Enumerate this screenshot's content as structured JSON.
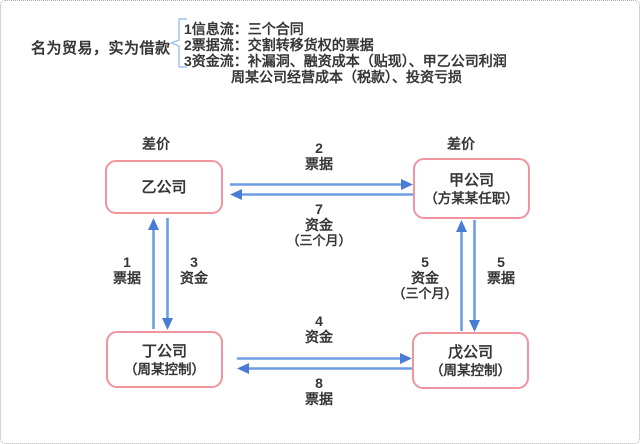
{
  "header": {
    "summary": "名为贸易，实为借款",
    "lines": [
      "1信息流：三个合同",
      "2票据流：交割转移货权的票据",
      "3资金流：补漏洞、融资成本（贴现）、甲乙公司利润",
      "周某公司经营成本（税款）、投资亏损"
    ]
  },
  "diagram": {
    "spread_left": "差价",
    "spread_right": "差价",
    "nodes": {
      "yi": {
        "name": "乙公司"
      },
      "jia": {
        "name": "甲公司",
        "subtitle": "（方某某任职）"
      },
      "ding": {
        "name": "丁公司",
        "subtitle": "（周某控制）"
      },
      "wu": {
        "name": "戊公司",
        "subtitle": "（周某控制）"
      }
    },
    "flows": {
      "top_bill": {
        "num": "2",
        "label": "票据"
      },
      "top_funds": {
        "num": "7",
        "label": "资金",
        "note": "（三个月）"
      },
      "left_bill": {
        "num": "1",
        "label": "票据"
      },
      "left_funds": {
        "num": "3",
        "label": "资金"
      },
      "right_funds": {
        "num": "5",
        "label": "资金",
        "note": "（三个月）"
      },
      "right_bill": {
        "num": "5",
        "label": "票据"
      },
      "bottom_funds": {
        "num": "4",
        "label": "资金"
      },
      "bottom_bill": {
        "num": "8",
        "label": "票据"
      }
    }
  },
  "colors": {
    "node_border": "#F0949E",
    "arrow_line": "#6D9EE3",
    "arrow_head": "#4A7CD6",
    "brace": "#9CC2E8",
    "text": "#363636",
    "page_border": "#ABABAB"
  }
}
